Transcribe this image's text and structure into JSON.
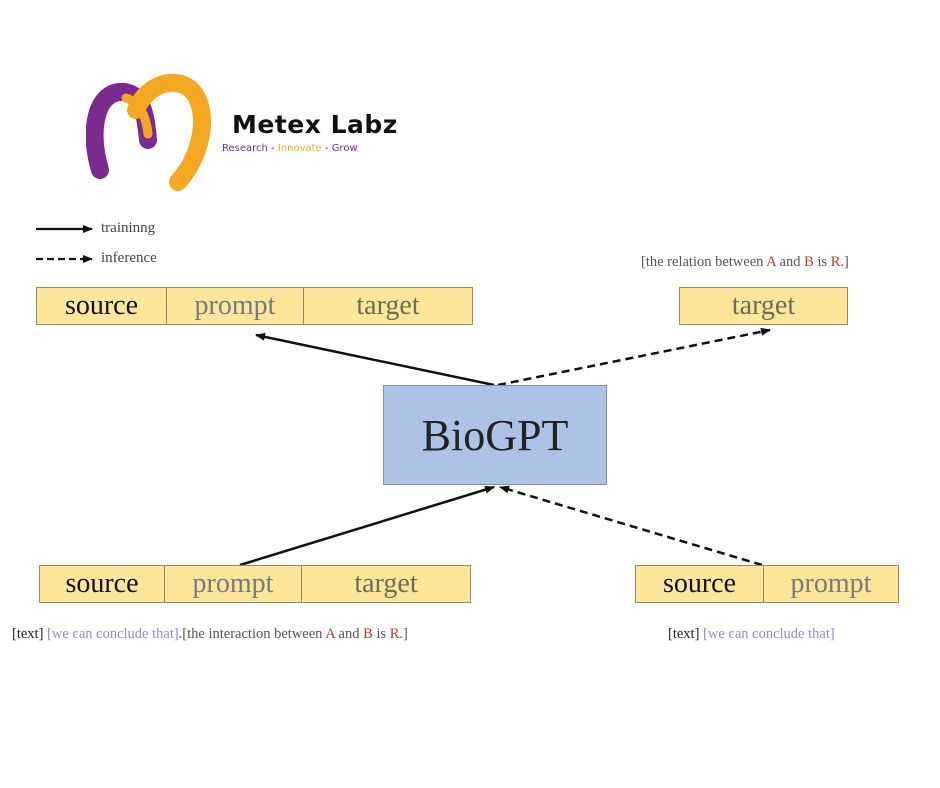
{
  "brand": {
    "name": "Metex Labz",
    "tagline_parts": [
      "Research",
      " - ",
      "Innovate",
      " - ",
      "Grow"
    ],
    "colors": {
      "purple": "#7b2b8f",
      "orange": "#f4a820"
    }
  },
  "legend": {
    "training": "traininng",
    "inference": "inference"
  },
  "model": {
    "label": "BioGPT",
    "color": "#adc3e6"
  },
  "rows": {
    "top_left": [
      "source",
      "prompt",
      "target"
    ],
    "top_right": [
      "target"
    ],
    "bottom_left": [
      "source",
      "prompt",
      "target"
    ],
    "bottom_right": [
      "source",
      "prompt"
    ]
  },
  "captions": {
    "top_right": {
      "open": "[",
      "rel1": "the relation between ",
      "a": "A",
      "and": " and ",
      "b": "B",
      "is": " is ",
      "r": "R",
      "close": ".]"
    },
    "bottom_left": {
      "text_tag": "[text]",
      "prompt": " [we can conclude that]",
      "open": ".[",
      "rel1": "the interaction between ",
      "a": "A",
      "and": " and ",
      "b": "B",
      "is": " is ",
      "r": "R",
      "close": ".]"
    },
    "bottom_right": {
      "text_tag": "[text]",
      "prompt": " [we can conclude that]"
    }
  }
}
